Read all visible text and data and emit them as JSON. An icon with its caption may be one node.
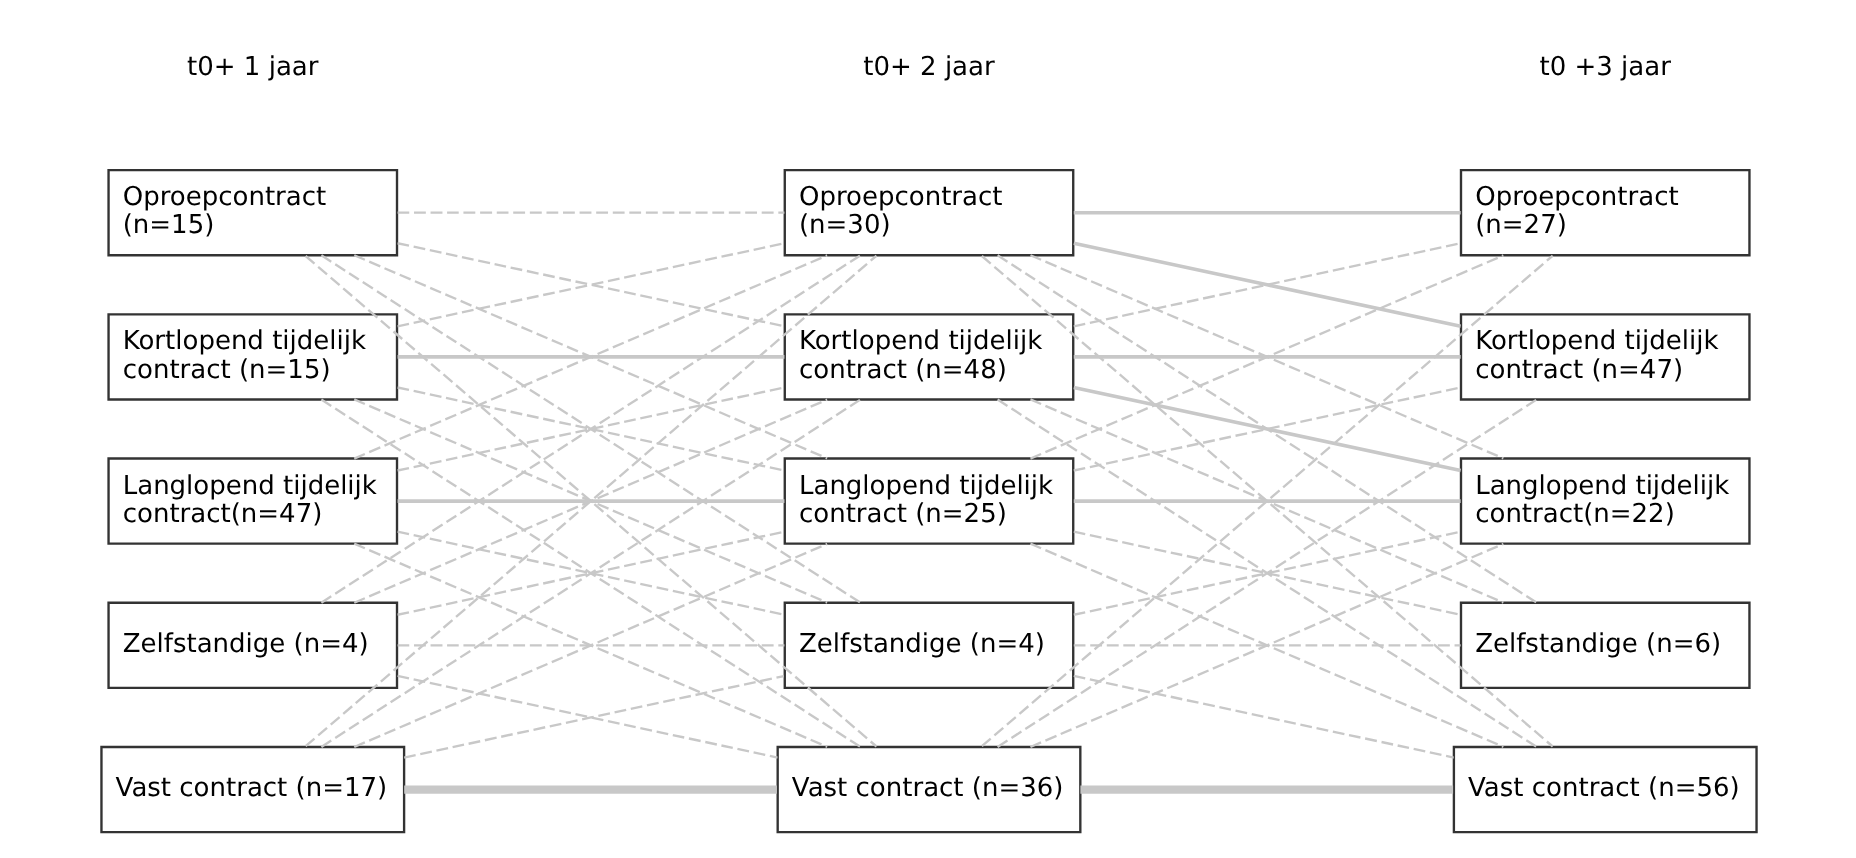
{
  "diagram": {
    "nodes": [
      {
        "text": [
          "Oproepcontract (n=15)"
        ]
      },
      {
        "text": [
          "Kortlopend tijdelijk contract (n=15)"
        ]
      },
      {
        "text": [
          "Langlopend tijdelijk contract(n=47)"
        ]
      },
      {
        "text": [
          "Zelfstandige (n=4)"
        ]
      },
      {
        "text": [
          "Vast contract (n=17)"
        ]
      },
      {
        "text": [
          "Oproepcontract (n=30)"
        ]
      },
      {
        "text": [
          "Kortlopend tijdelijk contract (n=48)"
        ]
      },
      {
        "text": [
          "Langlopend tijdelijk contract (n=25)"
        ]
      },
      {
        "text": [
          "Zelfstandige (n=4)"
        ]
      },
      {
        "text": [
          "Vast contract (n=36)"
        ]
      },
      {
        "text": [
          "Oproepcontract (n=27)"
        ]
      },
      {
        "text": [
          "Kortlopend tijdelijk contract (n=47)"
        ]
      },
      {
        "text": [
          "Langlopend tijdelijk contract(n=22)"
        ]
      },
      {
        "text": [
          "Zelfstandige (n=6)"
        ]
      },
      {
        "text": [
          "Vast contract (n=56)"
        ]
      }
    ],
    "edges": [
      {
        "from": 0,
        "to": 5,
        "arrow": "none",
        "style": "dashed"
      },
      {
        "from": 0,
        "to": 6,
        "arrow": "none",
        "style": "dashed"
      },
      {
        "from": 0,
        "to": 7,
        "arrow": "none",
        "style": "dashed"
      },
      {
        "from": 0,
        "to": 8,
        "arrow": "none",
        "style": "dashed"
      },
      {
        "from": 0,
        "to": 9,
        "arrow": "none",
        "style": "dashed"
      },
      {
        "from": 1,
        "to": 5,
        "arrow": "none",
        "style": "dashed"
      },
      {
        "from": 1,
        "to": 6,
        "arrow": "none"
      },
      {
        "from": 1,
        "to": 7,
        "arrow": "none",
        "style": "dashed"
      },
      {
        "from": 1,
        "to": 8,
        "arrow": "none",
        "style": "dashed"
      },
      {
        "from": 1,
        "to": 9,
        "arrow": "none",
        "style": "dashed"
      },
      {
        "from": 2,
        "to": 5,
        "arrow": "none",
        "style": "dashed"
      },
      {
        "from": 2,
        "to": 6,
        "arrow": "none",
        "style": "dashed"
      },
      {
        "from": 2,
        "to": 7,
        "arrow": "none"
      },
      {
        "from": 2,
        "to": 8,
        "arrow": "none",
        "style": "dashed"
      },
      {
        "from": 2,
        "to": 9,
        "arrow": "none",
        "style": "dashed"
      },
      {
        "from": 3,
        "to": 5,
        "arrow": "none",
        "style": "dashed"
      },
      {
        "from": 3,
        "to": 6,
        "arrow": "none",
        "style": "dashed"
      },
      {
        "from": 3,
        "to": 7,
        "arrow": "none",
        "style": "dashed"
      },
      {
        "from": 3,
        "to": 8,
        "arrow": "none",
        "style": "dashed"
      },
      {
        "from": 3,
        "to": 9,
        "arrow": "none",
        "style": "dashed"
      },
      {
        "from": 4,
        "to": 5,
        "arrow": "none",
        "style": "dashed"
      },
      {
        "from": 4,
        "to": 6,
        "arrow": "none",
        "style": "dashed"
      },
      {
        "from": 4,
        "to": 7,
        "arrow": "none",
        "style": "dashed"
      },
      {
        "from": 4,
        "to": 8,
        "arrow": "none",
        "style": "dashed"
      },
      {
        "from": 4,
        "to": 9,
        "arrow": "none",
        "style": "thick"
      },
      {
        "from": 5,
        "to": 10,
        "arrow": "none"
      },
      {
        "from": 5,
        "to": 11,
        "arrow": "none"
      },
      {
        "from": 5,
        "to": 12,
        "arrow": "none",
        "style": "dashed"
      },
      {
        "from": 5,
        "to": 13,
        "arrow": "none",
        "style": "dashed"
      },
      {
        "from": 5,
        "to": 14,
        "arrow": "none",
        "style": "dashed"
      },
      {
        "from": 6,
        "to": 10,
        "arrow": "none",
        "style": "dashed"
      },
      {
        "from": 6,
        "to": 11,
        "arrow": "none"
      },
      {
        "from": 6,
        "to": 12,
        "arrow": "none"
      },
      {
        "from": 6,
        "to": 13,
        "arrow": "none",
        "style": "dashed"
      },
      {
        "from": 6,
        "to": 14,
        "arrow": "none",
        "style": "dashed"
      },
      {
        "from": 7,
        "to": 10,
        "arrow": "none",
        "style": "dashed"
      },
      {
        "from": 7,
        "to": 11,
        "arrow": "none",
        "style": "dashed"
      },
      {
        "from": 7,
        "to": 12,
        "arrow": "none"
      },
      {
        "from": 7,
        "to": 13,
        "arrow": "none",
        "style": "dashed"
      },
      {
        "from": 7,
        "to": 14,
        "arrow": "none",
        "style": "dashed"
      },
      {
        "from": 8,
        "to": 12,
        "arrow": "none",
        "style": "dashed"
      },
      {
        "from": 8,
        "to": 13,
        "arrow": "none",
        "style": "dashed"
      },
      {
        "from": 8,
        "to": 14,
        "arrow": "none",
        "style": "dashed"
      },
      {
        "from": 9,
        "to": 10,
        "arrow": "none",
        "style": "dashed"
      },
      {
        "from": 9,
        "to": 11,
        "arrow": "none",
        "style": "dashed"
      },
      {
        "from": 9,
        "to": 12,
        "arrow": "none",
        "style": "dashed"
      },
      {
        "from": 9,
        "to": 14,
        "arrow": "none",
        "style": "thick"
      }
    ],
    "labels": [
      "t0+ 1 jaar",
      "t0+ 2 jaar",
      "t0 +3 jaar"
    ]
  }
}
